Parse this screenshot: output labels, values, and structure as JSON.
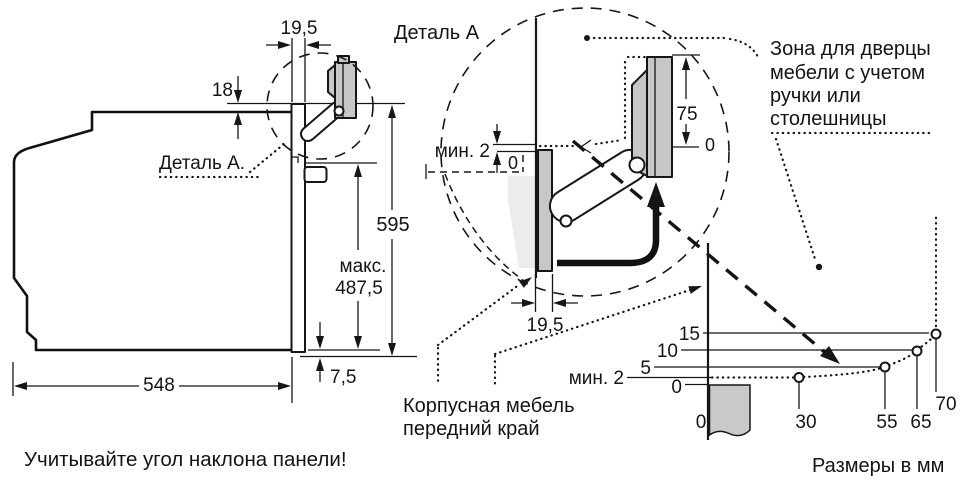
{
  "left_view": {
    "dim_top_width": "19,5",
    "dim_top_height": "18",
    "detail_ref_label": "Деталь A.",
    "dim_height_total": "595",
    "dim_max_prefix": "макс.",
    "dim_max_value": "487,5",
    "dim_bottom_offset": "7,5",
    "dim_depth": "548",
    "note": "Учитывайте угол наклона панели!"
  },
  "detail_view": {
    "title": "Деталь A",
    "dim_min_gap": "мин. 2",
    "zero_gap": "0",
    "dim_door_travel": "75",
    "zero_travel": "0",
    "dim_door_thickness": "19,5"
  },
  "door_zone_note": {
    "line1": "Зона для дверцы",
    "line2": "мебели с учетом",
    "line3": "ручки или",
    "line4": "столешницы"
  },
  "cabinet_note": {
    "line1": "Корпусная мебель",
    "line2": "передний край"
  },
  "chart": {
    "y_label_15": "15",
    "y_label_10": "10",
    "y_label_5": "5",
    "y_label_min2": "мин. 2",
    "y_label_0": "0",
    "x_label_0": "0",
    "x_label_30": "30",
    "x_label_55": "55",
    "x_label_65": "65",
    "x_label_70": "70",
    "caption": "Размеры в мм"
  },
  "chart_data": {
    "type": "line",
    "x": [
      0,
      30,
      55,
      65,
      70
    ],
    "y": [
      2,
      2,
      5,
      10,
      15
    ],
    "x_ticks": [
      0,
      30,
      55,
      65,
      70
    ],
    "y_ticks": [
      0,
      2,
      5,
      10,
      15
    ],
    "y_tick_labels": [
      "0",
      "мин. 2",
      "5",
      "10",
      "15"
    ],
    "units": "мм",
    "caption": "Размеры в мм",
    "marker": "open-circle",
    "line_style": "dotted",
    "grid": false
  },
  "colors": {
    "line": "#161616",
    "door_gray": "#c7c7c7",
    "zone_gray": "#ececec",
    "panel_gray": "#c9c9c9"
  }
}
